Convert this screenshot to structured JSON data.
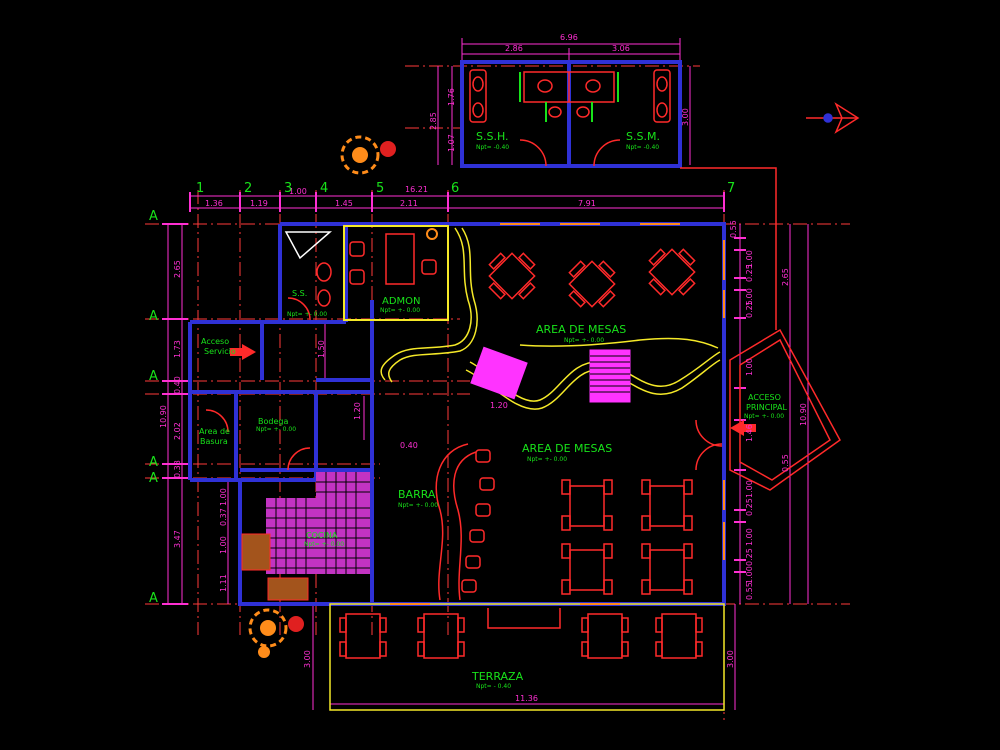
{
  "colors": {
    "background": "#000000",
    "wall": "#2f31d6",
    "dimension": "#ff2fd3",
    "axis": "#ff3a3a",
    "furniture": "#ff2a2a",
    "label": "#18e31a",
    "accent_yellow": "#f5e928",
    "ramp": "#ff33ff",
    "kitchen_tile": "#c233c2"
  },
  "rooms": {
    "ssh": {
      "name": "S.S.H.",
      "level": "Npt= -0.40"
    },
    "ssm": {
      "name": "S.S.M.",
      "level": "Npt= -0.40"
    },
    "ss": {
      "name": "S.S.",
      "level": "Npt= +- 0.00"
    },
    "admon": {
      "name": "ADMON",
      "level": "Npt= +- 0.00"
    },
    "area_mesas_1": {
      "name": "AREA DE MESAS",
      "level": "Npt= +- 0.00"
    },
    "area_mesas_2": {
      "name": "AREA DE MESAS",
      "level": "Npt= +- 0.00"
    },
    "acceso_servicio": {
      "line1": "Acceso",
      "line2": "Servicio"
    },
    "area_basura": {
      "line1": "Area de",
      "line2": "Basura"
    },
    "bodega": {
      "name": "Bodega",
      "level": "Npt= +- 0.00"
    },
    "barra": {
      "name": "BARRA",
      "level": "Npt= +- 0.00"
    },
    "cocina": {
      "name": "COCINA",
      "level": "Npt= +- 0.00"
    },
    "acceso_principal": {
      "line1": "ACCESO",
      "line2": "PRINCIPAL",
      "level": "Npt= +- 0.00"
    },
    "terraza": {
      "name": "TERRAZA",
      "level": "Npt= - 0.40"
    }
  },
  "axes": {
    "columns": [
      "1",
      "2",
      "3",
      "4",
      "5",
      "6",
      "7"
    ],
    "row_letter": "A"
  },
  "dimensions": {
    "top_total": "6.96",
    "top_a": "2.86",
    "top_b": "3.06",
    "col_spacings": [
      "1.36",
      "1.19",
      "1.00",
      "1.45",
      "2.11",
      "7.91"
    ],
    "col_extra": "16.21",
    "bath_left_upper": "1.76",
    "bath_left_lower": "1.07",
    "bath_left_total": "2.85",
    "bath_right": "3.00",
    "left_total": "10.90",
    "left_segments": [
      "2.65",
      "1.73",
      "0.40",
      "2.02",
      "0.38",
      "3.47"
    ],
    "left_inner": [
      "1.00",
      "0.37",
      "1.00",
      "1.11"
    ],
    "corridor": "1.50",
    "interior_120": "1.20",
    "ramp_120": "1.20",
    "bar_040": "0.40",
    "right_total": "10.90",
    "right_outer": [
      "2.65",
      "0.55"
    ],
    "right_inner": [
      "0.55",
      "1.00",
      "0.25",
      "1.00",
      "0.25",
      "1.00",
      "1.46",
      "1.00",
      "0.25",
      "1.00",
      "0.25",
      "1.00",
      "0.55"
    ],
    "terraza_left": "3.00",
    "terraza_right": "3.00",
    "terraza_width": "11.36"
  }
}
